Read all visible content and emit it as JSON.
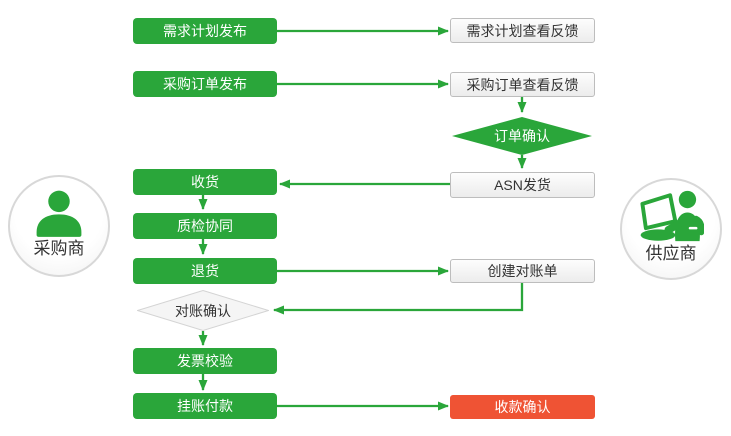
{
  "diagram": {
    "actors": {
      "buyer": {
        "label": "采购商",
        "icon": "person-icon"
      },
      "supplier": {
        "label": "供应商",
        "icon": "person-laptop-icon"
      }
    },
    "nodes": {
      "demand_publish": {
        "label": "需求计划发布",
        "type": "process-green",
        "actor": "buyer"
      },
      "demand_feedback": {
        "label": "需求计划查看反馈",
        "type": "process-light",
        "actor": "supplier"
      },
      "po_publish": {
        "label": "采购订单发布",
        "type": "process-green",
        "actor": "buyer"
      },
      "po_feedback": {
        "label": "采购订单查看反馈",
        "type": "process-light",
        "actor": "supplier"
      },
      "order_confirm": {
        "label": "订单确认",
        "type": "decision-green",
        "actor": "supplier"
      },
      "asn_ship": {
        "label": "ASN发货",
        "type": "process-light",
        "actor": "supplier"
      },
      "receive": {
        "label": "收货",
        "type": "process-green",
        "actor": "buyer"
      },
      "quality_check": {
        "label": "质检协同",
        "type": "process-green",
        "actor": "buyer"
      },
      "return_goods": {
        "label": "退货",
        "type": "process-green",
        "actor": "buyer"
      },
      "create_statement": {
        "label": "创建对账单",
        "type": "process-light",
        "actor": "supplier"
      },
      "recon_confirm": {
        "label": "对账确认",
        "type": "decision-gray",
        "actor": "buyer"
      },
      "invoice_check": {
        "label": "发票校验",
        "type": "process-green",
        "actor": "buyer"
      },
      "payment": {
        "label": "挂账付款",
        "type": "process-green",
        "actor": "buyer"
      },
      "receipt_confirm": {
        "label": "收款确认",
        "type": "process-red",
        "actor": "supplier"
      }
    },
    "edges": [
      {
        "from": "demand_publish",
        "to": "demand_feedback"
      },
      {
        "from": "po_publish",
        "to": "po_feedback"
      },
      {
        "from": "po_feedback",
        "to": "order_confirm"
      },
      {
        "from": "order_confirm",
        "to": "asn_ship"
      },
      {
        "from": "asn_ship",
        "to": "receive"
      },
      {
        "from": "receive",
        "to": "quality_check"
      },
      {
        "from": "quality_check",
        "to": "return_goods"
      },
      {
        "from": "return_goods",
        "to": "create_statement"
      },
      {
        "from": "create_statement",
        "to": "recon_confirm"
      },
      {
        "from": "recon_confirm",
        "to": "invoice_check"
      },
      {
        "from": "invoice_check",
        "to": "payment"
      },
      {
        "from": "payment",
        "to": "receipt_confirm"
      }
    ],
    "colors": {
      "green": "#2aa63a",
      "red": "#ef5334",
      "light_box_border": "#bdbdbd",
      "gray_diamond_fill": "#f5f5f5",
      "gray_diamond_border": "#d4d4d4",
      "text_dark": "#333333",
      "background": "#ffffff"
    }
  }
}
